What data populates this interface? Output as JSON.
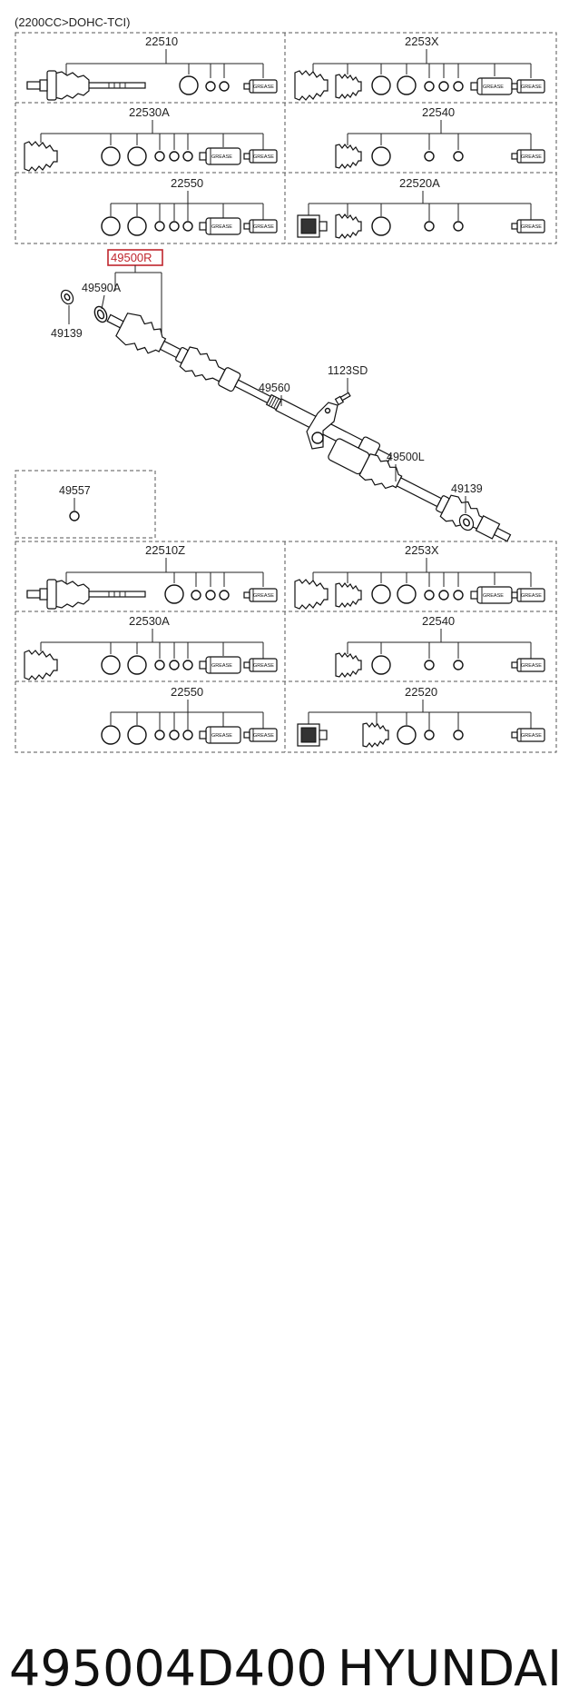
{
  "header_note": "(2200CC>DOHC-TCI)",
  "highlight_label": "49500R",
  "labels": {
    "top_kit_1": "22510",
    "top_kit_2": "2253X",
    "top_kit_3": "22530A",
    "top_kit_4": "22540",
    "top_kit_5": "22550",
    "top_kit_6": "22520A",
    "washer": "49590A",
    "nut_upper": "49139",
    "bolt": "1123SD",
    "shaft": "49560",
    "left_shaft": "49500L",
    "nut_lower": "49139",
    "ring": "49557",
    "bot_kit_1": "22510Z",
    "bot_kit_2": "2253X",
    "bot_kit_3": "22530A",
    "bot_kit_4": "22540",
    "bot_kit_5": "22550",
    "bot_kit_6": "22520"
  },
  "grease_text": "GREASE",
  "part_number": "495004D400",
  "brand": "HYUNDAI"
}
